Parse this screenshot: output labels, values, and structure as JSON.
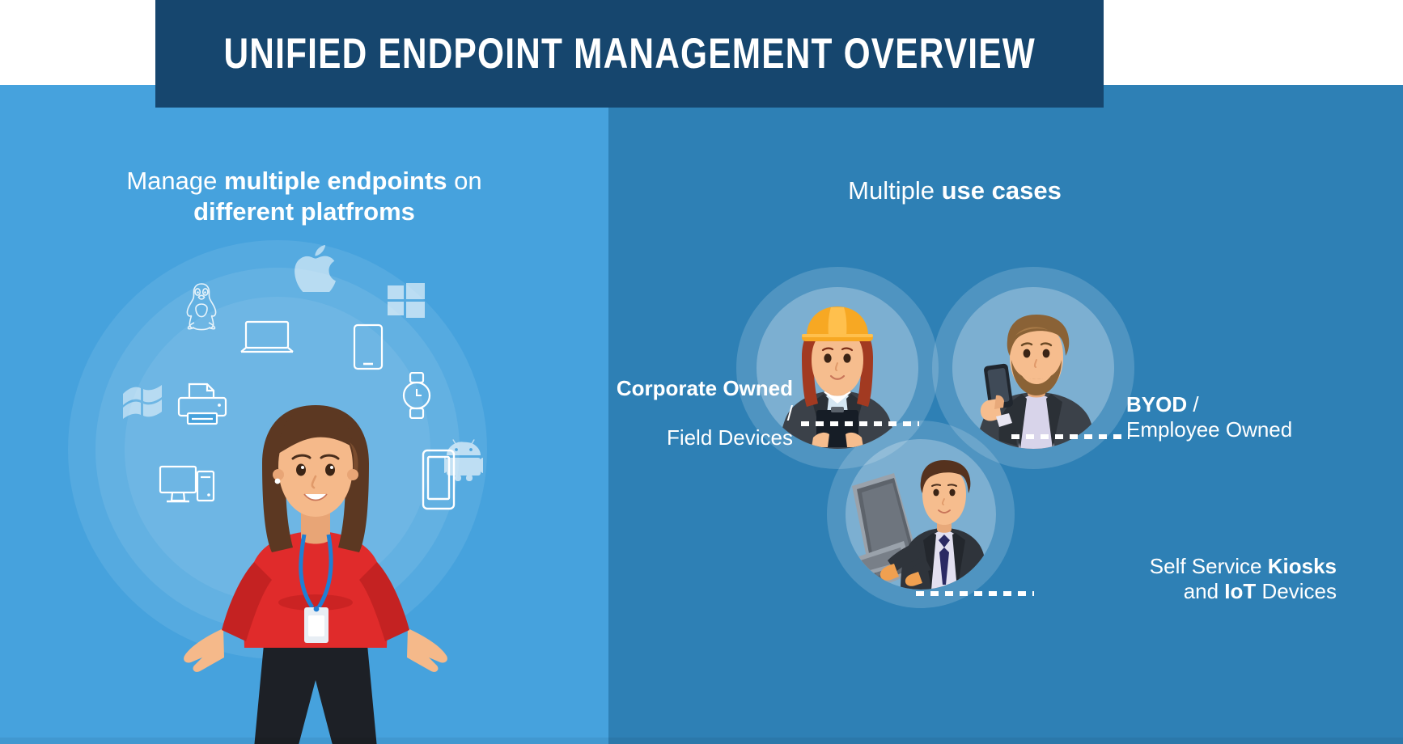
{
  "banner": {
    "title": "UNIFIED ENDPOINT MANAGEMENT OVERVIEW",
    "bg_color": "#16466e",
    "text_color": "#ffffff"
  },
  "left_panel": {
    "bg_color": "#46a2dd",
    "heading": {
      "part1": "Manage ",
      "bold1": "multiple endpoints",
      "part2": " on ",
      "bold2": "different platfroms"
    },
    "platform_icons": [
      {
        "name": "apple-logo-icon",
        "label": "Apple"
      },
      {
        "name": "linux-penguin-icon",
        "label": "Linux"
      },
      {
        "name": "windows10-logo-icon",
        "label": "Windows 10"
      },
      {
        "name": "windows-flag-logo-icon",
        "label": "Windows"
      },
      {
        "name": "android-robot-icon",
        "label": "Android"
      }
    ],
    "device_icons": [
      {
        "name": "laptop-icon",
        "label": "Laptop"
      },
      {
        "name": "tablet-icon",
        "label": "Tablet"
      },
      {
        "name": "smartwatch-icon",
        "label": "Smartwatch"
      },
      {
        "name": "smartphone-icon",
        "label": "Smartphone"
      },
      {
        "name": "printer-icon",
        "label": "Printer"
      },
      {
        "name": "desktop-computer-icon",
        "label": "Desktop Computer"
      }
    ],
    "character": {
      "name": "woman-with-badge-illustration",
      "label": "Woman with ID badge lanyard"
    }
  },
  "right_panel": {
    "bg_color": "#2e80b5",
    "heading": {
      "part1": "Multiple ",
      "bold1": "use cases"
    },
    "use_cases": [
      {
        "id": "corporate-owned",
        "avatar_name": "field-worker-hardhat-avatar",
        "label_bold": "Corporate Owned",
        "label_sep": " /",
        "label_rest": "Field Devices"
      },
      {
        "id": "byod",
        "avatar_name": "bearded-man-with-phone-avatar",
        "label_bold": "BYOD",
        "label_sep": " /",
        "label_rest": "Employee Owned"
      },
      {
        "id": "self-service-kiosks",
        "avatar_name": "businessman-at-kiosk-avatar",
        "label_pre": "Self Service ",
        "label_bold": "Kiosks",
        "label_mid": " and ",
        "label_bold2": "IoT",
        "label_post": " Devices"
      }
    ]
  },
  "colors": {
    "navy": "#16466e",
    "light_blue": "#46a2dd",
    "mid_blue": "#2e80b5",
    "white": "#ffffff",
    "red_shirt": "#e02b2b",
    "skin": "#f5b98a",
    "hair_brown": "#5c3822",
    "hardhat_orange": "#f7a823"
  }
}
